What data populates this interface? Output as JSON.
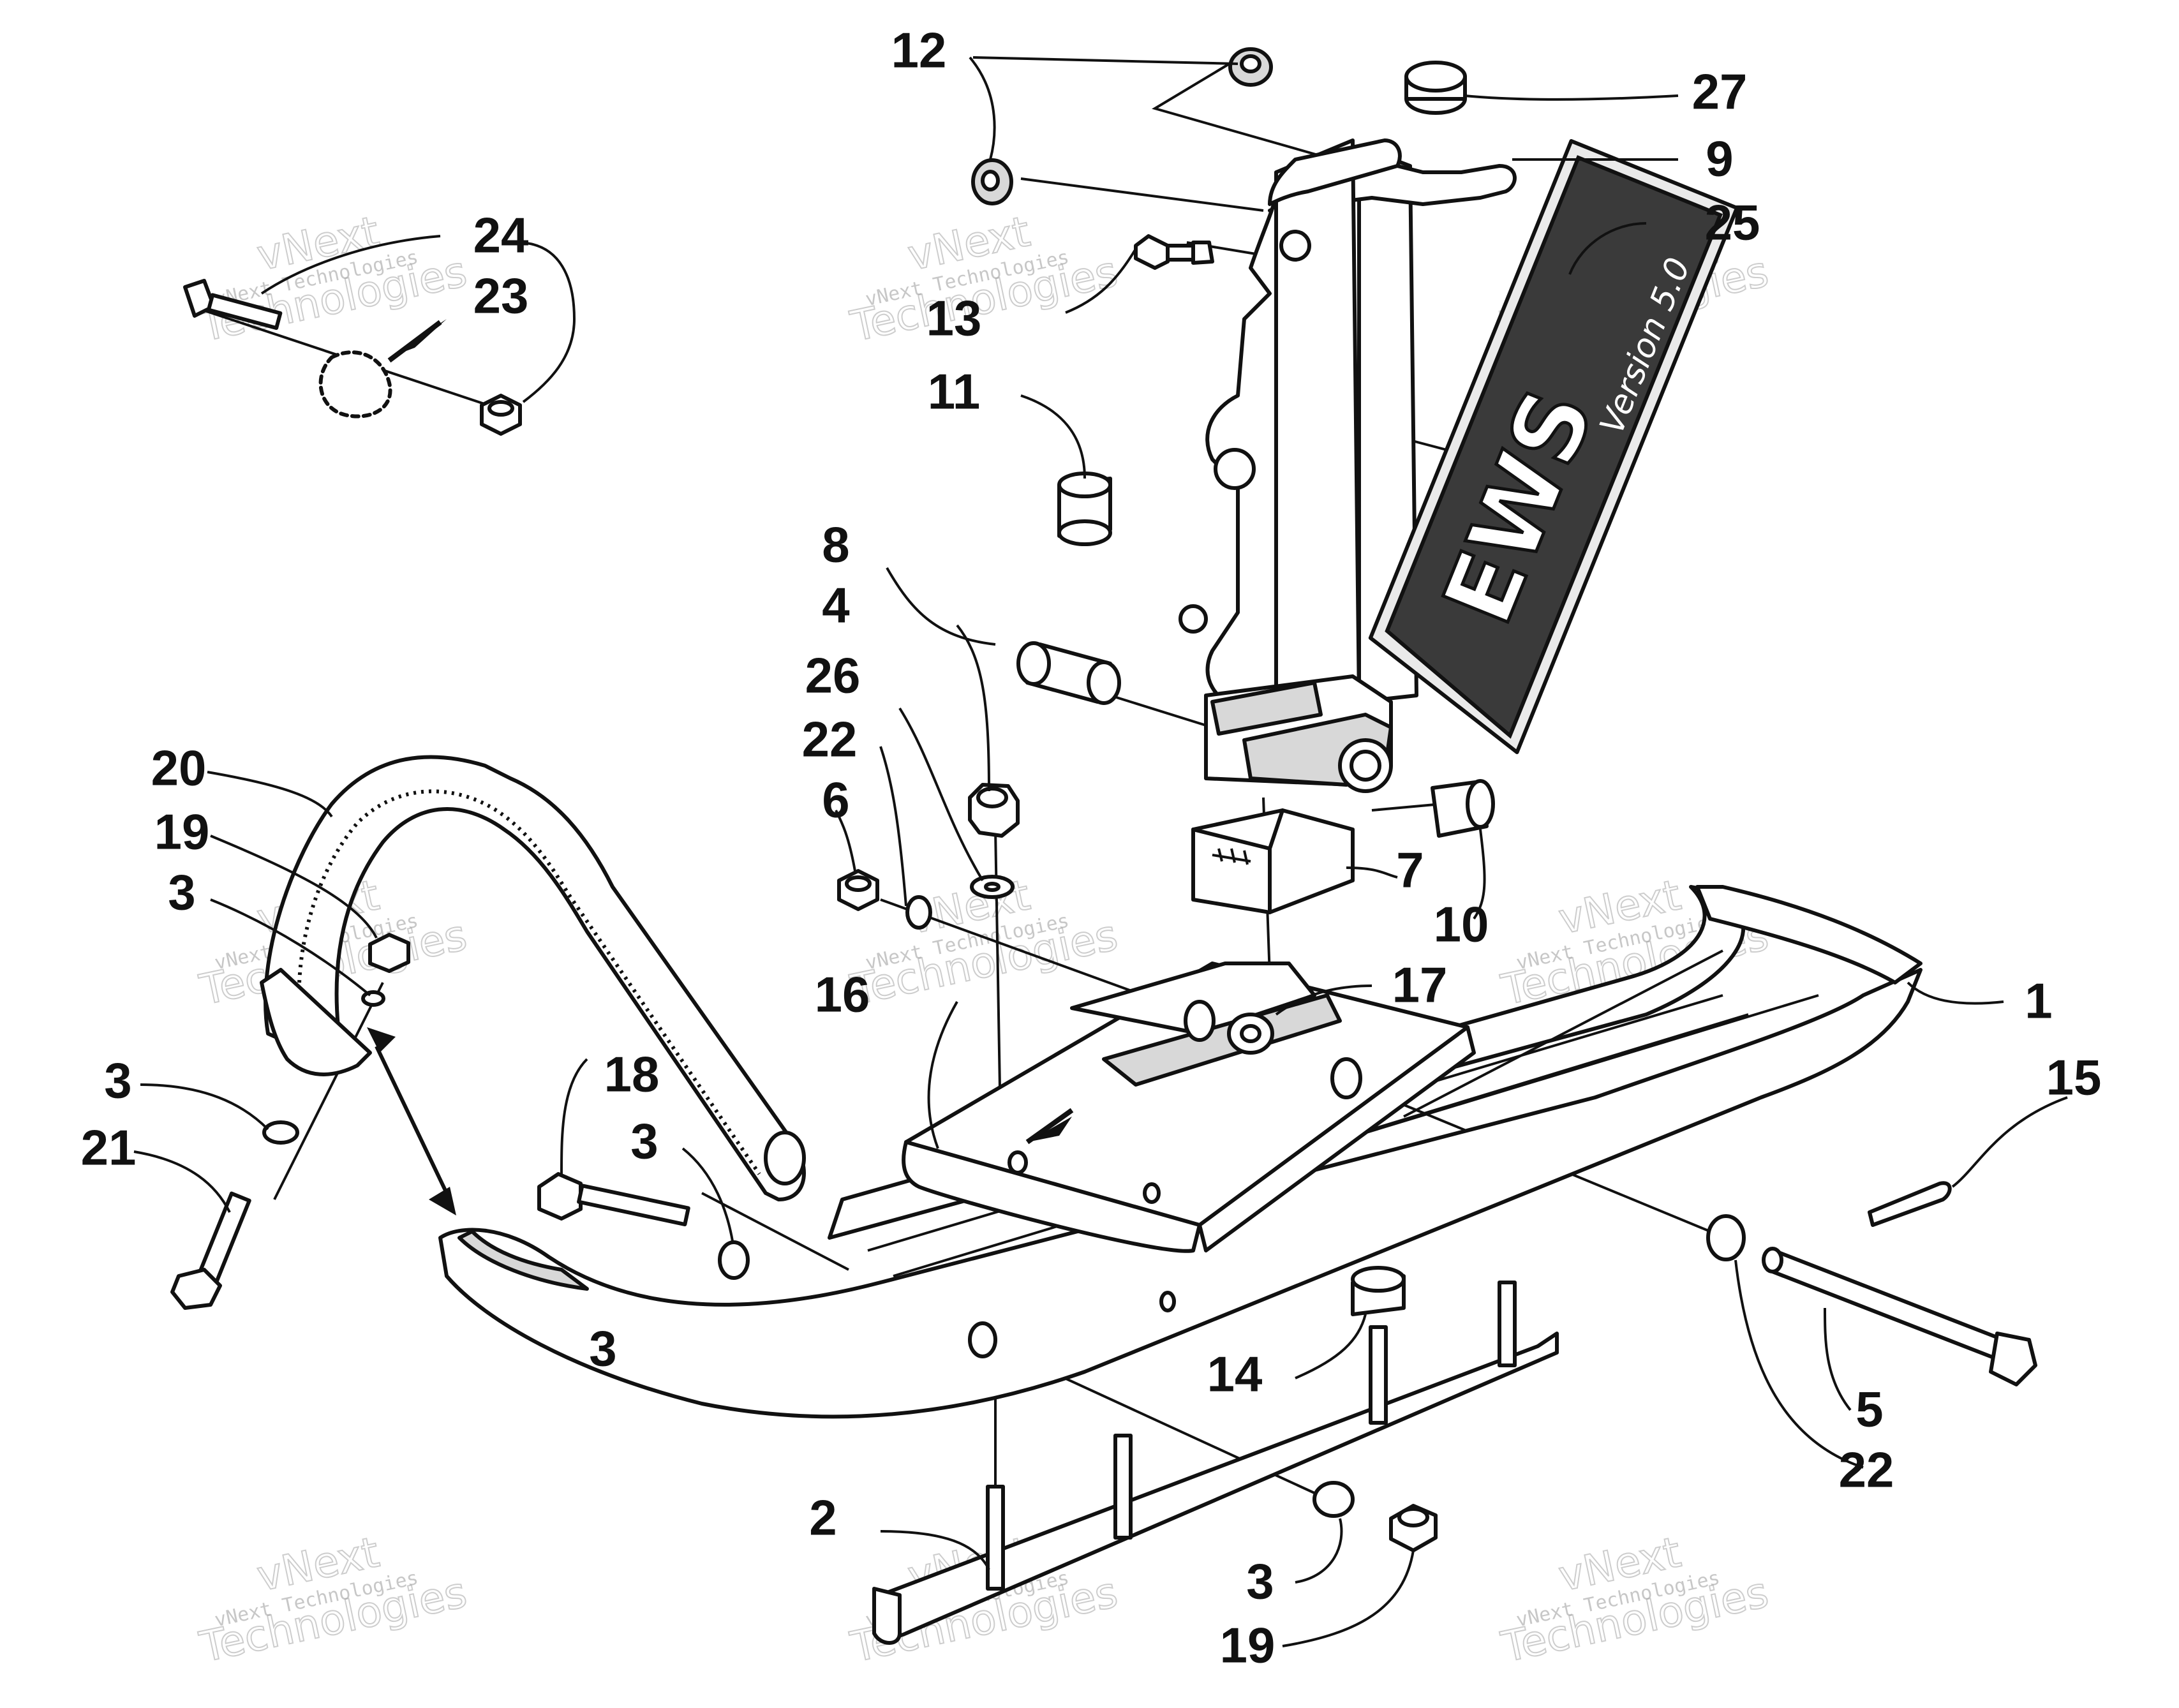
{
  "diagram": {
    "callouts": [
      "1",
      "2",
      "3",
      "3",
      "3",
      "3",
      "3",
      "4",
      "5",
      "6",
      "7",
      "8",
      "9",
      "10",
      "11",
      "12",
      "13",
      "14",
      "15",
      "16",
      "17",
      "18",
      "19",
      "19",
      "20",
      "21",
      "22",
      "22",
      "23",
      "24",
      "25",
      "26",
      "27"
    ],
    "watermark": {
      "line1": "vNext Technologies",
      "line2": "Technologies",
      "line3": "vNext"
    },
    "decal": {
      "text": "EWS",
      "subtext": "Version 5.0"
    }
  }
}
